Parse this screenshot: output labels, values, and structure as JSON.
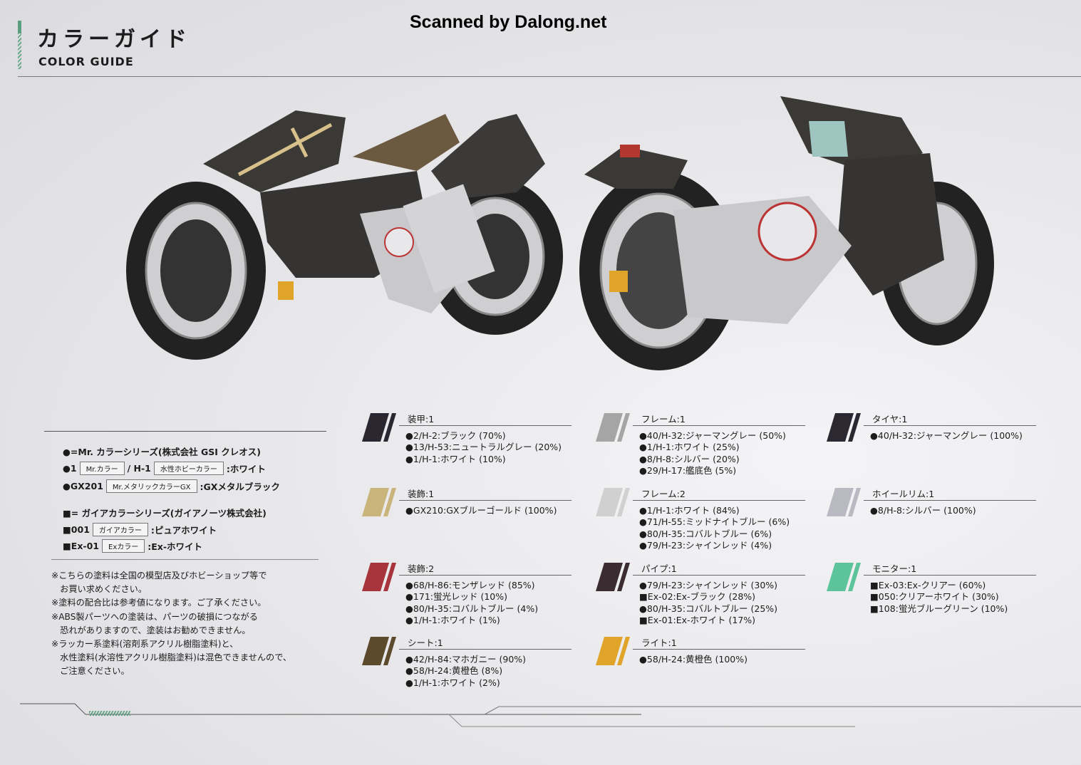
{
  "watermark": "Scanned by Dalong.net",
  "header": {
    "title_jp": "カラーガイド",
    "title_en": "COLOR GUIDE"
  },
  "legend": {
    "mr_series": "●=Mr. カラーシリーズ(株式会社 GSI クレオス)",
    "row1": {
      "code": "●1",
      "tag1": "Mr.カラー",
      "sep": "/ H-1",
      "tag2": "水性ホビーカラー",
      "name": ":ホワイト"
    },
    "row2": {
      "code": "●GX201",
      "tag": "Mr.メタリックカラーGX",
      "name": ":GXメタルブラック"
    },
    "gaia_series": "■= ガイアカラーシリーズ(ガイアノーツ株式会社)",
    "row3": {
      "code": "■001",
      "tag": "ガイアカラー",
      "name": ":ピュアホワイト"
    },
    "row4": {
      "code": "■Ex-01",
      "tag": "Exカラー",
      "name": ":Ex-ホワイト"
    }
  },
  "notes": [
    "※こちらの塗料は全国の模型店及びホビーショップ等で\n　お買い求めください。",
    "※塗料の配合比は参考値になります。ご了承ください。",
    "※ABS製パーツへの塗装は、パーツの破損につながる\n　恐れがありますので、塗装はお勧めできません。",
    "※ラッカー系塗料(溶剤系アクリル樹脂塗料)と、\n　水性塗料(水溶性アクリル樹脂塗料)は混色できませんので、\n　ご注意ください。"
  ],
  "swatches": [
    {
      "label": "装甲:1",
      "color": "#2b2731",
      "items": [
        "●2/H-2:ブラック (70%)",
        "●13/H-53:ニュートラルグレー (20%)",
        "●1/H-1:ホワイト (10%)"
      ]
    },
    {
      "label": "装飾:1",
      "color": "#c9b47c",
      "items": [
        "●GX210:GXブルーゴールド (100%)"
      ]
    },
    {
      "label": "装飾:2",
      "color": "#a8343c",
      "items": [
        "●68/H-86:モンザレッド (85%)",
        "●171:蛍光レッド (10%)",
        "●80/H-35:コバルトブルー (4%)",
        "●1/H-1:ホワイト (1%)"
      ]
    },
    {
      "label": "シート:1",
      "color": "#5b4a2c",
      "items": [
        "●42/H-84:マホガニー (90%)",
        "●58/H-24:黄橙色 (8%)",
        "●1/H-1:ホワイト (2%)"
      ]
    },
    {
      "label": "フレーム:1",
      "color": "#a5a5a5",
      "items": [
        "●40/H-32:ジャーマングレー (50%)",
        "●1/H-1:ホワイト (25%)",
        "●8/H-8:シルバー (20%)",
        "●29/H-17:艦底色 (5%)"
      ]
    },
    {
      "label": "フレーム:2",
      "color": "#d0d0d0",
      "items": [
        "●1/H-1:ホワイト (84%)",
        "●71/H-55:ミッドナイトブルー (6%)",
        "●80/H-35:コバルトブルー (6%)",
        "●79/H-23:シャインレッド (4%)"
      ]
    },
    {
      "label": "パイプ:1",
      "color": "#3a2c30",
      "items": [
        "●79/H-23:シャインレッド (30%)",
        "■Ex-02:Ex-ブラック (28%)",
        "●80/H-35:コバルトブルー (25%)",
        "■Ex-01:Ex-ホワイト (17%)"
      ]
    },
    {
      "label": "ライト:1",
      "color": "#e0a42a",
      "items": [
        "●58/H-24:黄橙色 (100%)"
      ]
    },
    {
      "label": "タイヤ:1",
      "color": "#2c2831",
      "items": [
        "●40/H-32:ジャーマングレー (100%)"
      ]
    },
    {
      "label": "ホイールリム:1",
      "color": "#b9b9c2",
      "items": [
        "●8/H-8:シルバー (100%)"
      ]
    },
    {
      "label": "モニター:1",
      "color": "#5cc39b",
      "items": [
        "■Ex-03:Ex-クリアー (60%)",
        "■050:クリアーホワイト (30%)",
        "■108:蛍光ブルーグリーン (10%)"
      ]
    }
  ]
}
